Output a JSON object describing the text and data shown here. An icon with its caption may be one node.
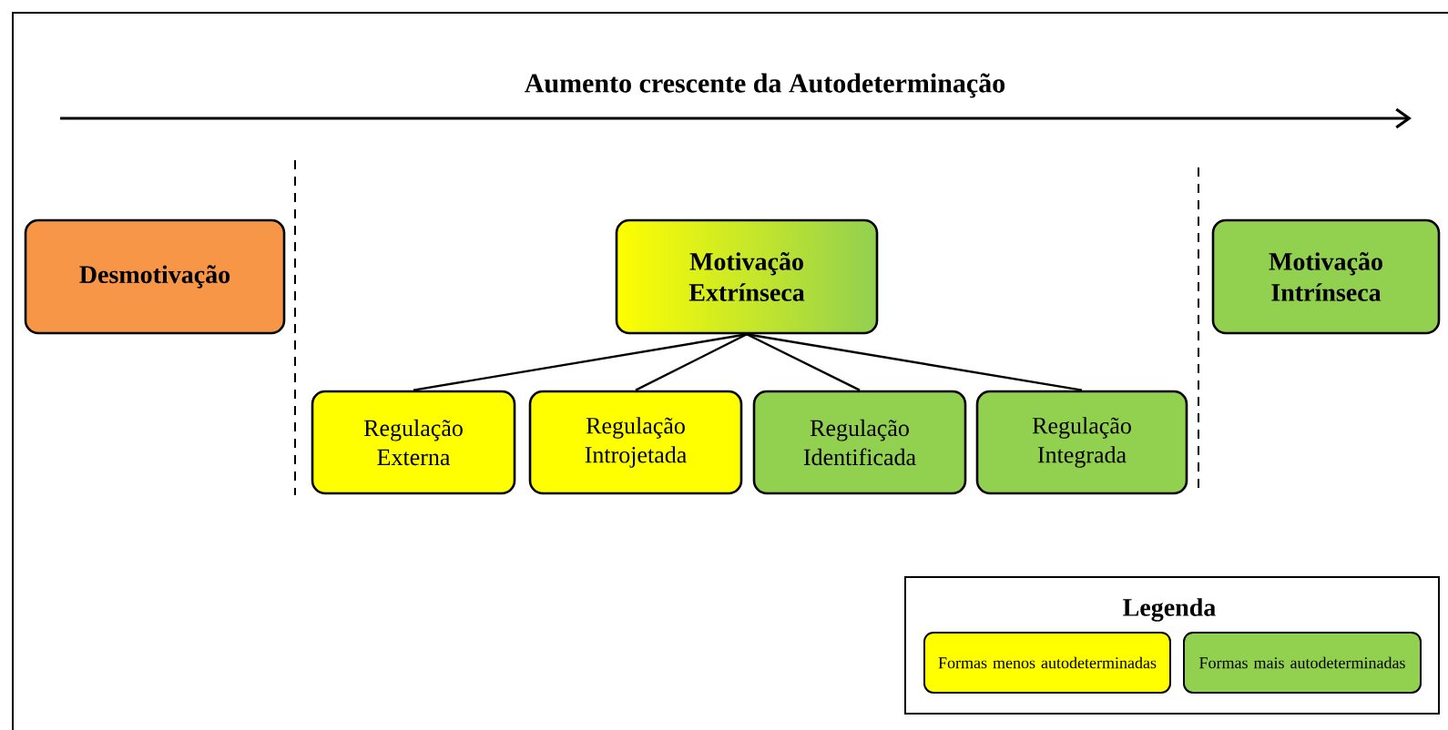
{
  "diagram": {
    "title": "Aumento crescente da Autodeterminação",
    "nodes": [
      {
        "text": [
          "Desmotivação"
        ]
      },
      {
        "text": [
          "Motivação Extrínseca"
        ]
      },
      {
        "text": [
          "Regulação Externa"
        ]
      },
      {
        "text": [
          "Regulação Introjetada"
        ]
      },
      {
        "text": [
          "Regulação Identificada"
        ]
      },
      {
        "text": [
          "Regulação Integrada"
        ]
      },
      {
        "text": [
          "Motivação Intrínseca"
        ]
      }
    ],
    "edges": [
      {
        "from": 1,
        "to": 2,
        "arrow": "none"
      },
      {
        "from": 1,
        "to": 3,
        "arrow": "none"
      },
      {
        "from": 1,
        "to": 4,
        "arrow": "none"
      },
      {
        "from": 1,
        "to": 5,
        "arrow": "none"
      }
    ],
    "labels": [
      "Legenda"
    ],
    "legend": [
      {
        "text": "Formas menos autodeterminadas",
        "color": "#ffff00"
      },
      {
        "text": "Formas mais autodeterminadas",
        "color": "#92d050"
      }
    ]
  }
}
